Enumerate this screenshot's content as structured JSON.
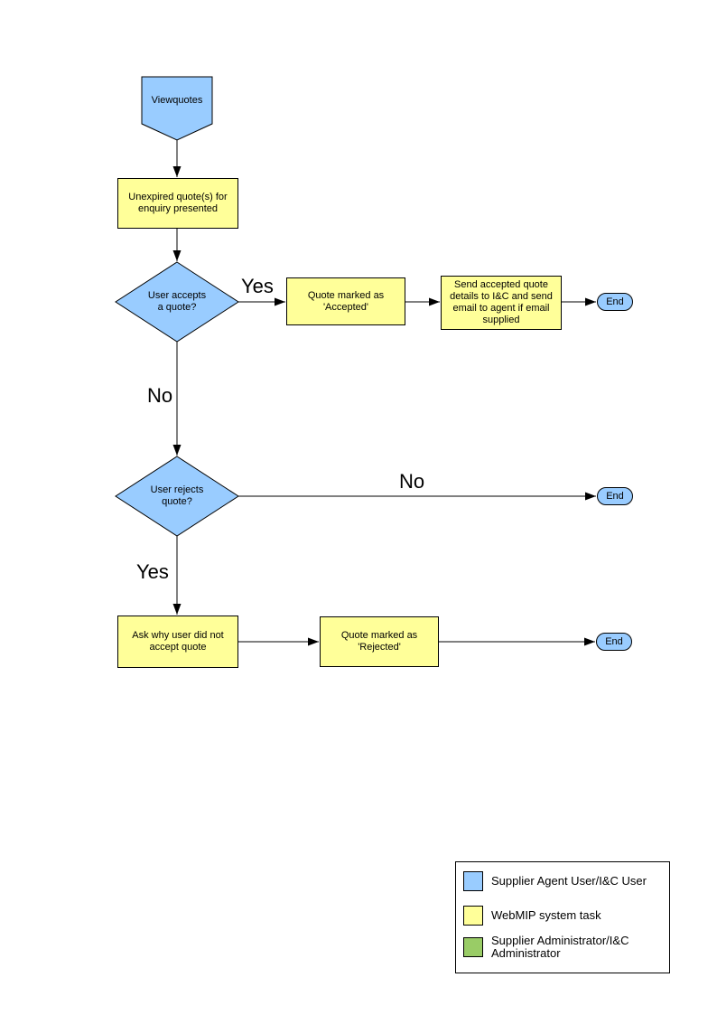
{
  "colors": {
    "blue": "#99CCFF",
    "yellow": "#FFFF99",
    "green": "#99CC66",
    "line": "#000000",
    "canvas": "#FFFFFF"
  },
  "nodes": {
    "start": {
      "label": "Viewquotes"
    },
    "present_quotes": {
      "label": "Unexpired quote(s) for\nenquiry presented"
    },
    "accept_decision": {
      "label": "User accepts\na quote?"
    },
    "mark_accepted": {
      "label": "Quote  marked as\n'Accepted'"
    },
    "send_details": {
      "label": "Send accepted quote\ndetails to I&C and send\nemail to agent if email\nsupplied"
    },
    "end_accept": {
      "label": "End"
    },
    "reject_decision": {
      "label": "User rejects\nquote?"
    },
    "end_no_reject": {
      "label": "End"
    },
    "ask_why": {
      "label": "Ask why user did not\naccept quote"
    },
    "mark_rejected": {
      "label": "Quote  marked as\n'Rejected'"
    },
    "end_reject": {
      "label": "End"
    }
  },
  "edge_labels": {
    "accept_yes": "Yes",
    "accept_no": "No",
    "reject_no": "No",
    "reject_yes": "Yes"
  },
  "legend": {
    "items": [
      {
        "label": "Supplier Agent User/I&C User",
        "color": "#99CCFF"
      },
      {
        "label": "WebMIP system task",
        "color": "#FFFF99"
      },
      {
        "label": "Supplier Administrator/I&C Administrator",
        "color": "#99CC66"
      }
    ]
  }
}
